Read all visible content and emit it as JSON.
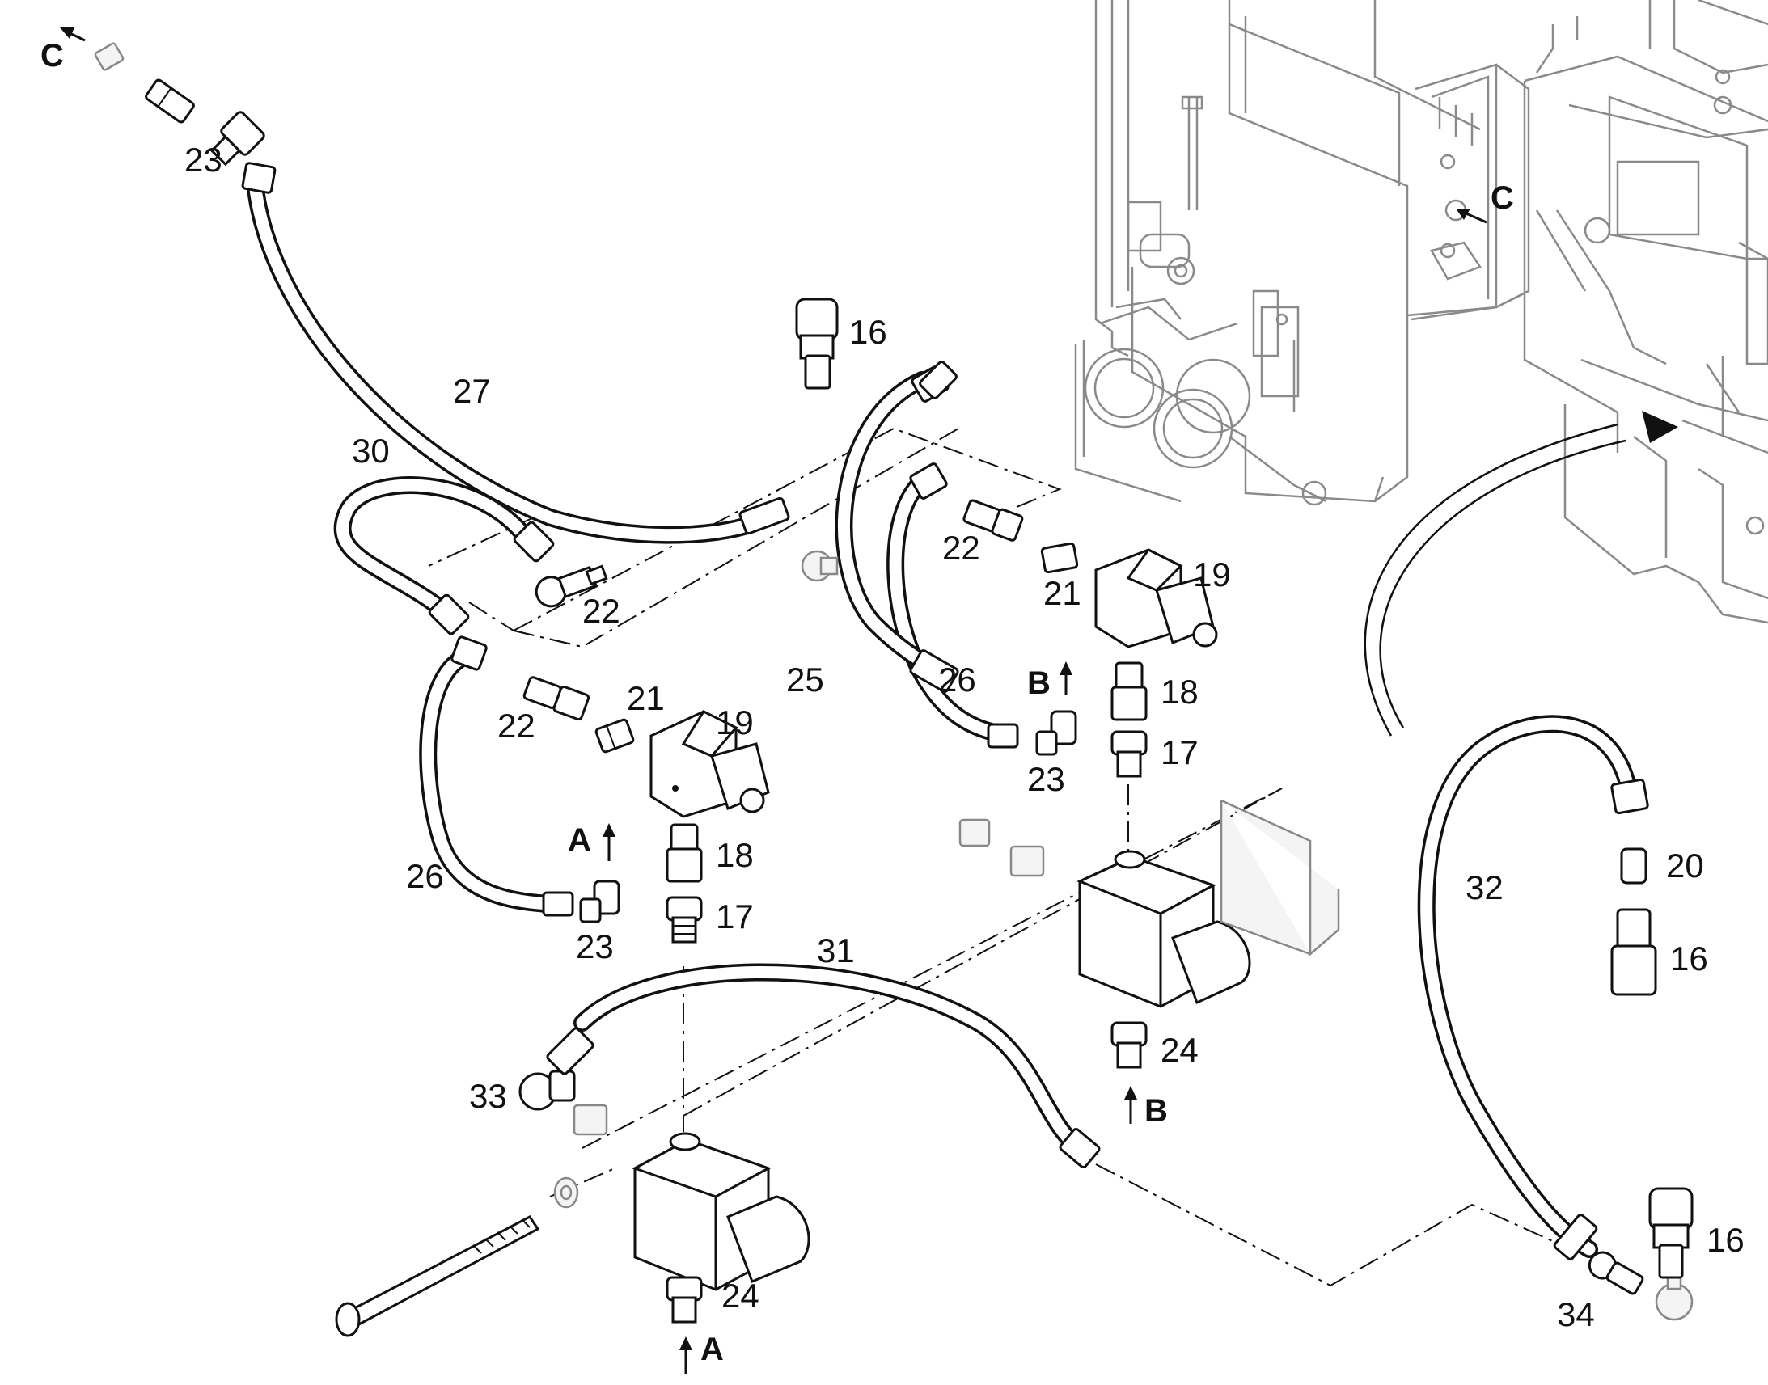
{
  "figure": {
    "callouts": {
      "c16a": "16",
      "c16b": "16",
      "c16c": "16",
      "c17a": "17",
      "c17b": "17",
      "c18a": "18",
      "c18b": "18",
      "c19a": "19",
      "c19b": "19",
      "c20": "20",
      "c21a": "21",
      "c21b": "21",
      "c22a": "22",
      "c22b": "22",
      "c22c": "22",
      "c23a": "23",
      "c23b": "23",
      "c23c": "23",
      "c24a": "24",
      "c24b": "24",
      "c25": "25",
      "c26a": "26",
      "c26b": "26",
      "c27": "27",
      "c30": "30",
      "c31": "31",
      "c32": "32",
      "c33": "33",
      "c34": "34"
    },
    "refs": {
      "a1": "A",
      "a2": "A",
      "b1": "B",
      "b2": "B",
      "cref1": "C",
      "cref2": "C"
    }
  }
}
